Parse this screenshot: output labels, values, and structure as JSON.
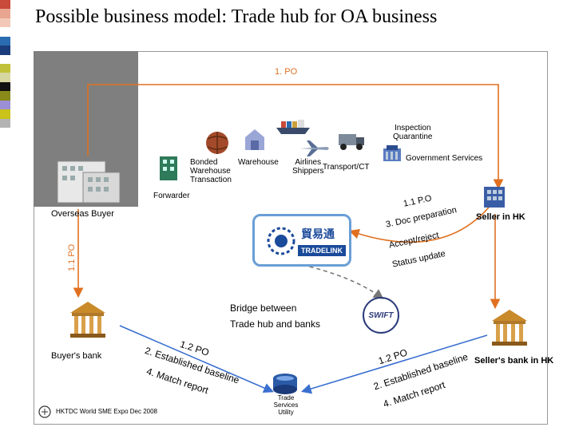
{
  "title": "Possible business model: Trade hub for OA business",
  "colors": {
    "strip": [
      "#c94a3a",
      "#e8a58f",
      "#f2c9b8",
      "#ffffff",
      "#2b6cb0",
      "#1b3c7a",
      "#ffffff",
      "#c2c23a",
      "#d6d6a0",
      "#111111",
      "#8a8a1a",
      "#9b8fd6",
      "#c9c31a",
      "#b3b3b3"
    ],
    "arrow_orange": "#e07020",
    "arrow_blue": "#3a6fd0",
    "arrow_gray": "#888888",
    "panel_gray": "#7f7f7f"
  },
  "labels": {
    "po_top": "1. PO",
    "inspection": "Inspection\nQuarantine",
    "gov_services": "Government Services",
    "bonded": "Bonded\nWarehouse\nTransaction",
    "warehouse": "Warehouse",
    "airlines": "Airlines\nShippers",
    "transport": "Transport/CT",
    "forwarder": "Forwarder",
    "overseas_buyer": "Overseas Buyer",
    "seller": "Seller in HK",
    "left_po": "1.1 PO",
    "right_1": "1.1 P.O",
    "right_2": "3. Doc preparation",
    "right_3": "Accept/reject",
    "right_4": "Status update",
    "tradelink": "TRADELINK",
    "bridge": "Bridge between\nTrade hub and banks",
    "swift": "SWIFT",
    "buyers_bank": "Buyer's bank",
    "sellers_bank": "Seller's bank in HK",
    "left_bank_1": "1.2 PO",
    "left_bank_2": "2. Established baseline",
    "left_bank_3": "4. Match report",
    "right_bank_1": "1.2 PO",
    "right_bank_2": "2. Established baseline",
    "right_bank_3": "4. Match report",
    "tsu": "Trade\nServices\nUtility",
    "footer": "HKTDC World SME Expo Dec 2008"
  }
}
